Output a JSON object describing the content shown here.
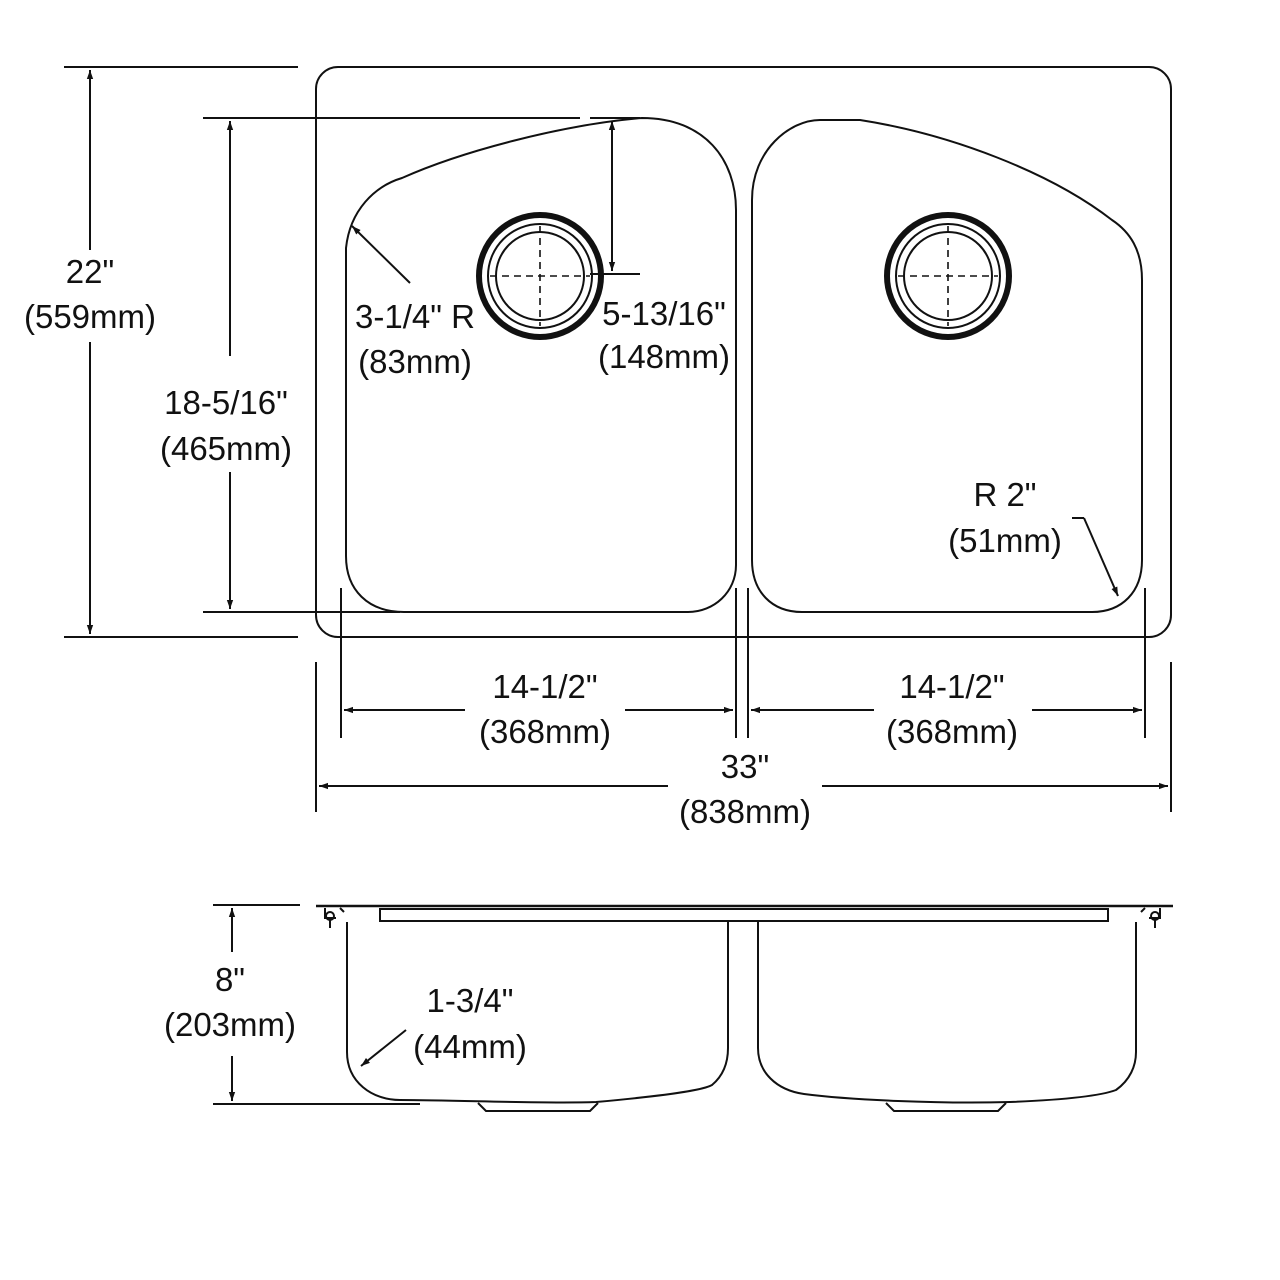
{
  "dimensions": {
    "overall_depth": {
      "inch": "22\"",
      "mm": "(559mm)"
    },
    "bowl_depth": {
      "inch": "18-5/16\"",
      "mm": "(465mm)"
    },
    "corner_radius": {
      "inch": "3-1/4\" R",
      "mm": "(83mm)"
    },
    "drain_offset": {
      "inch": "5-13/16\"",
      "mm": "(148mm)"
    },
    "bowl_radius": {
      "inch": "R 2\"",
      "mm": "(51mm)"
    },
    "left_bowl_width": {
      "inch": "14-1/2\"",
      "mm": "(368mm)"
    },
    "right_bowl_width": {
      "inch": "14-1/2\"",
      "mm": "(368mm)"
    },
    "overall_width": {
      "inch": "33\"",
      "mm": "(838mm)"
    },
    "bowl_height": {
      "inch": "8\"",
      "mm": "(203mm)"
    },
    "bottom_radius": {
      "inch": "1-3/4\"",
      "mm": "(44mm)"
    }
  }
}
